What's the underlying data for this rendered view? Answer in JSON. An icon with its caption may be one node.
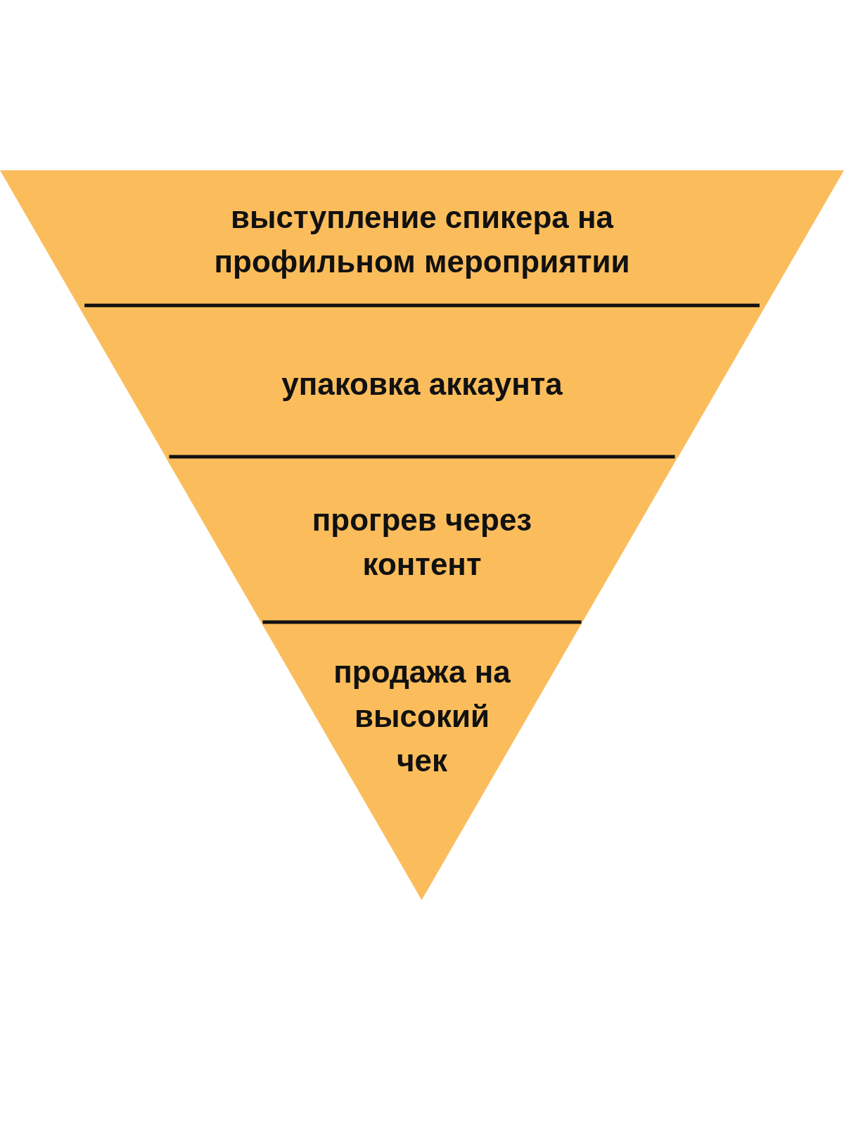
{
  "diagram": {
    "nodes": [
      {
        "text": [
          "выступление спикера на профильном мероприятии"
        ]
      },
      {
        "text": [
          "упаковка аккаунта"
        ]
      },
      {
        "text": [
          "прогрев через контент"
        ]
      },
      {
        "text": [
          "продажа на высокий чек"
        ]
      }
    ]
  }
}
